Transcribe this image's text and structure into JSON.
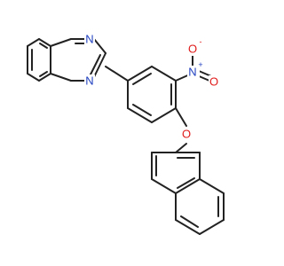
{
  "colors": {
    "bond": "#222222",
    "nitrogen": "#1f3fbf",
    "oxygen": "#e01b1b"
  },
  "atoms": {
    "n_top": "N",
    "n_bottom": "N",
    "n_nitro": "N",
    "n_nitro_charge": "+",
    "o_nitro_top": "O",
    "o_nitro_top_charge": "-",
    "o_nitro_right": "O",
    "o_ether": "O"
  }
}
